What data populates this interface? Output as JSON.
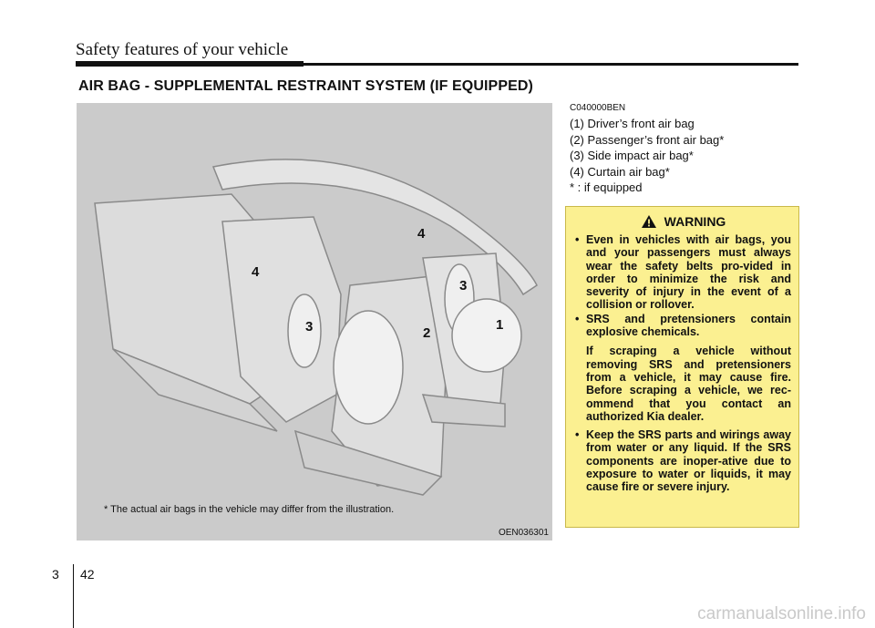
{
  "header": {
    "title": "Safety features of your vehicle"
  },
  "section_title": "AIR BAG - SUPPLEMENTAL RESTRAINT SYSTEM (IF EQUIPPED)",
  "doc_code": "C040000BEN",
  "legend": [
    "(1) Driver’s front air bag",
    "(2) Passenger’s front air bag*",
    "(3) Side impact air bag*",
    "(4) Curtain air bag*",
    "* : if equipped"
  ],
  "figure": {
    "caption": "* The actual air bags in the vehicle may differ from the illustration.",
    "code": "OEN036301",
    "callouts": [
      "4",
      "4",
      "3",
      "3",
      "2",
      "1"
    ]
  },
  "warning": {
    "title": "WARNING",
    "items": [
      {
        "text": "Even in vehicles with air bags, you and your passengers must always wear the safety belts pro-vided in order to minimize the risk and severity of injury in the event of a collision or rollover."
      },
      {
        "text": "SRS and pretensioners contain explosive chemicals.",
        "sub": "If scraping a vehicle without removing SRS and pretensioners from a vehicle, it may cause fire. Before scraping a vehicle, we rec-ommend that you contact an authorized Kia dealer."
      },
      {
        "text": "Keep the SRS parts and wirings away from water or any liquid. If the SRS components are inoper-ative due to exposure to water or liquids, it may cause fire or severe injury."
      }
    ]
  },
  "page": {
    "chapter": "3",
    "number": "42"
  },
  "watermark": "carmanualsonline.info",
  "colors": {
    "warning_bg": "#fbf091",
    "figure_bg": "#cbcbcb"
  }
}
